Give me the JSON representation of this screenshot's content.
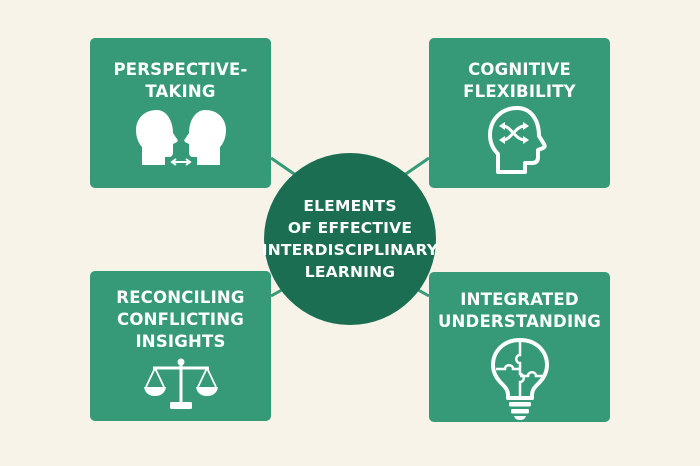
{
  "colors": {
    "background": "#f7f3e8",
    "card": "#369a78",
    "hub": "#1c6e52",
    "text": "#ffffff"
  },
  "hub": {
    "lines": [
      "ELEMENTS",
      "OF EFFECTIVE",
      "INTERDISCIPLINARY",
      "LEARNING"
    ]
  },
  "cards": {
    "perspective_taking": {
      "lines": [
        "PERSPECTIVE-",
        "TAKING"
      ],
      "icon": "two-heads-facing-icon"
    },
    "cognitive_flexibility": {
      "lines": [
        "COGNITIVE",
        "FLEXIBILITY"
      ],
      "icon": "head-with-arrows-icon"
    },
    "reconciling_conflicting_insights": {
      "lines": [
        "RECONCILING",
        "CONFLICTING",
        "INSIGHTS"
      ],
      "icon": "balance-scale-icon"
    },
    "integrated_understanding": {
      "lines": [
        "INTEGRATED",
        "UNDERSTANDING"
      ],
      "icon": "puzzle-lightbulb-icon"
    }
  }
}
